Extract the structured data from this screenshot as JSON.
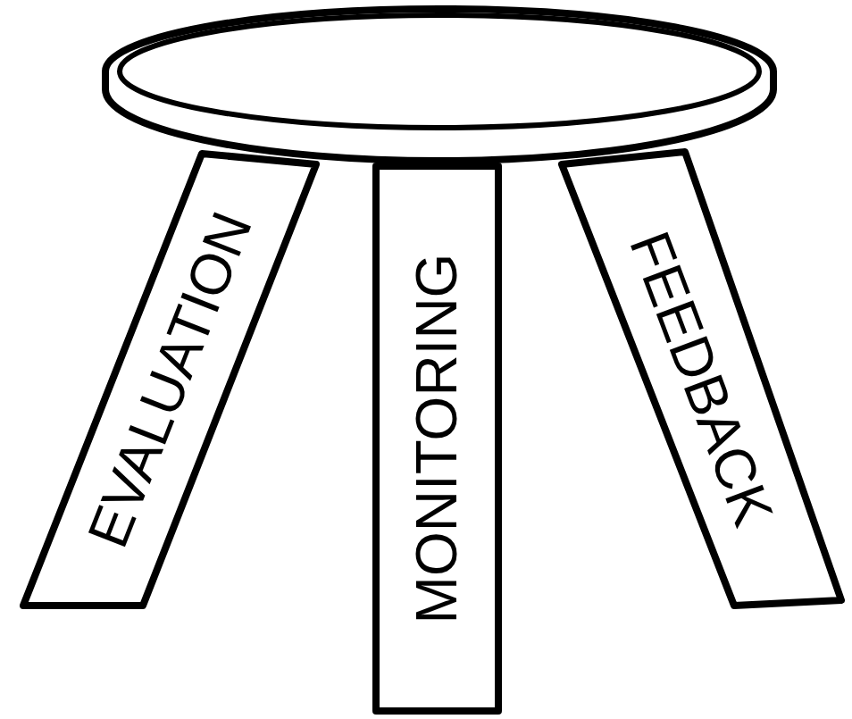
{
  "diagram": {
    "nodes": [
      {
        "text": [
          "EVALUATION"
        ]
      },
      {
        "text": [
          "MONITORING"
        ]
      },
      {
        "text": [
          "FEEDBACK"
        ]
      }
    ]
  }
}
